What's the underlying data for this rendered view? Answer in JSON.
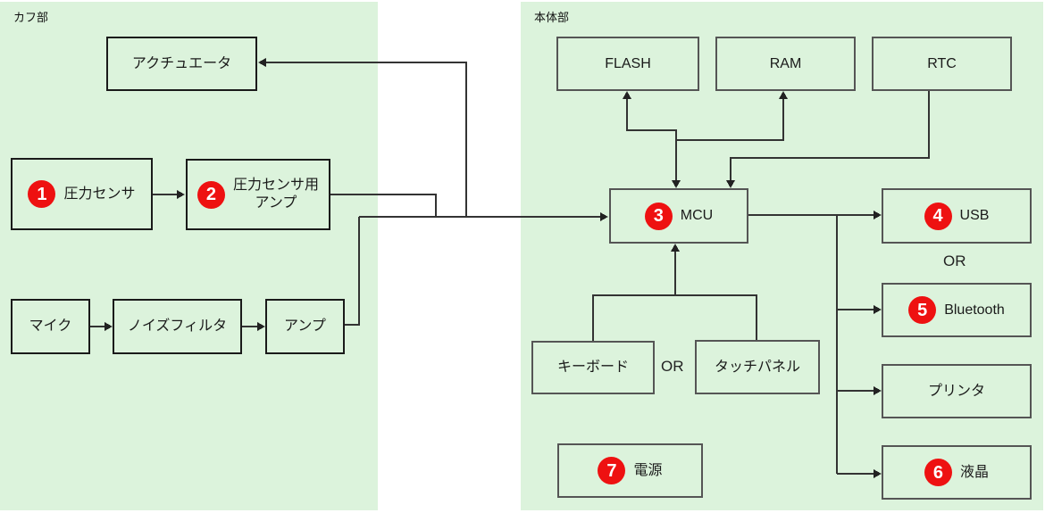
{
  "sections": {
    "cuff": {
      "label": "カフ部"
    },
    "main": {
      "label": "本体部"
    }
  },
  "blocks": {
    "actuator": {
      "label": "アクチュエータ"
    },
    "pressure_sensor": {
      "number": "1",
      "label": "圧力センサ"
    },
    "pressure_amp": {
      "number": "2",
      "label_line1": "圧力センサ用",
      "label_line2": "アンプ"
    },
    "mic": {
      "label": "マイク"
    },
    "noise_filter": {
      "label": "ノイズフィルタ"
    },
    "amp": {
      "label": "アンプ"
    },
    "flash": {
      "label": "FLASH"
    },
    "ram": {
      "label": "RAM"
    },
    "rtc": {
      "label": "RTC"
    },
    "mcu": {
      "number": "3",
      "label": "MCU"
    },
    "usb": {
      "number": "4",
      "label": "USB"
    },
    "bluetooth": {
      "number": "5",
      "label": "Bluetooth"
    },
    "printer": {
      "label": "プリンタ"
    },
    "lcd": {
      "number": "6",
      "label": "液晶"
    },
    "keyboard": {
      "label": "キーボード"
    },
    "touch_panel": {
      "label": "タッチパネル"
    },
    "power": {
      "number": "7",
      "label": "電源"
    }
  },
  "or_labels": {
    "io": "OR",
    "input": "OR"
  },
  "colors": {
    "panel_green": "#dcf3dc",
    "left_box_border": "#1a1a1a",
    "right_box_border": "#555555",
    "line": "#333333",
    "badge_red": "#ee1111",
    "badge_text": "#ffffff",
    "background": "#ffffff"
  }
}
